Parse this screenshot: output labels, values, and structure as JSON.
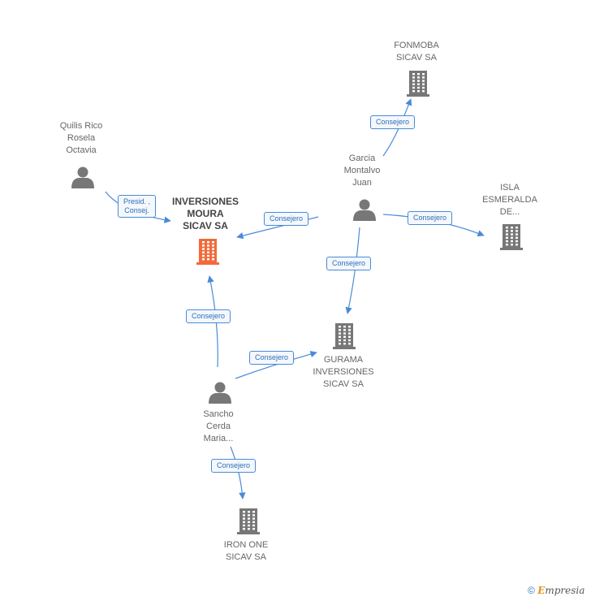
{
  "nodes": {
    "inversiones_moura": {
      "label": "INVERSIONES\nMOURA\nSICAV SA",
      "type": "company",
      "color": "#f26a3b"
    },
    "fonmoba": {
      "label": "FONMOBA\nSICAV SA",
      "type": "company",
      "color": "#777777"
    },
    "isla_esmeralda": {
      "label": "ISLA\nESMERALDA\nDE...",
      "type": "company",
      "color": "#777777"
    },
    "gurama": {
      "label": "GURAMA\nINVERSIONES\nSICAV SA",
      "type": "company",
      "color": "#777777"
    },
    "iron_one": {
      "label": "IRON ONE\nSICAV SA",
      "type": "company",
      "color": "#777777"
    },
    "quilis": {
      "label": "Quilis Rico\nRosela\nOctavia",
      "type": "person",
      "color": "#777777"
    },
    "garcia": {
      "label": "Garcia\nMontalvo\nJuan",
      "type": "person",
      "color": "#777777"
    },
    "sancho": {
      "label": "Sancho\nCerda\nMaria...",
      "type": "person",
      "color": "#777777"
    }
  },
  "edges": [
    {
      "label": "Presid. ,\nConsej.",
      "from": "quilis",
      "to": "inversiones_moura"
    },
    {
      "label": "Consejero",
      "from": "garcia",
      "to": "fonmoba"
    },
    {
      "label": "Consejero",
      "from": "garcia",
      "to": "inversiones_moura"
    },
    {
      "label": "Consejero",
      "from": "garcia",
      "to": "isla_esmeralda"
    },
    {
      "label": "Consejero",
      "from": "garcia",
      "to": "gurama"
    },
    {
      "label": "Consejero",
      "from": "sancho",
      "to": "inversiones_moura"
    },
    {
      "label": "Consejero",
      "from": "sancho",
      "to": "gurama"
    },
    {
      "label": "Consejero",
      "from": "sancho",
      "to": "iron_one"
    }
  ],
  "colors": {
    "edge": "#4a8ad8",
    "main_company": "#f26a3b",
    "icon": "#777777"
  },
  "footer": {
    "copyright": "©",
    "brand_initial": "E",
    "brand_rest": "mpresia"
  }
}
